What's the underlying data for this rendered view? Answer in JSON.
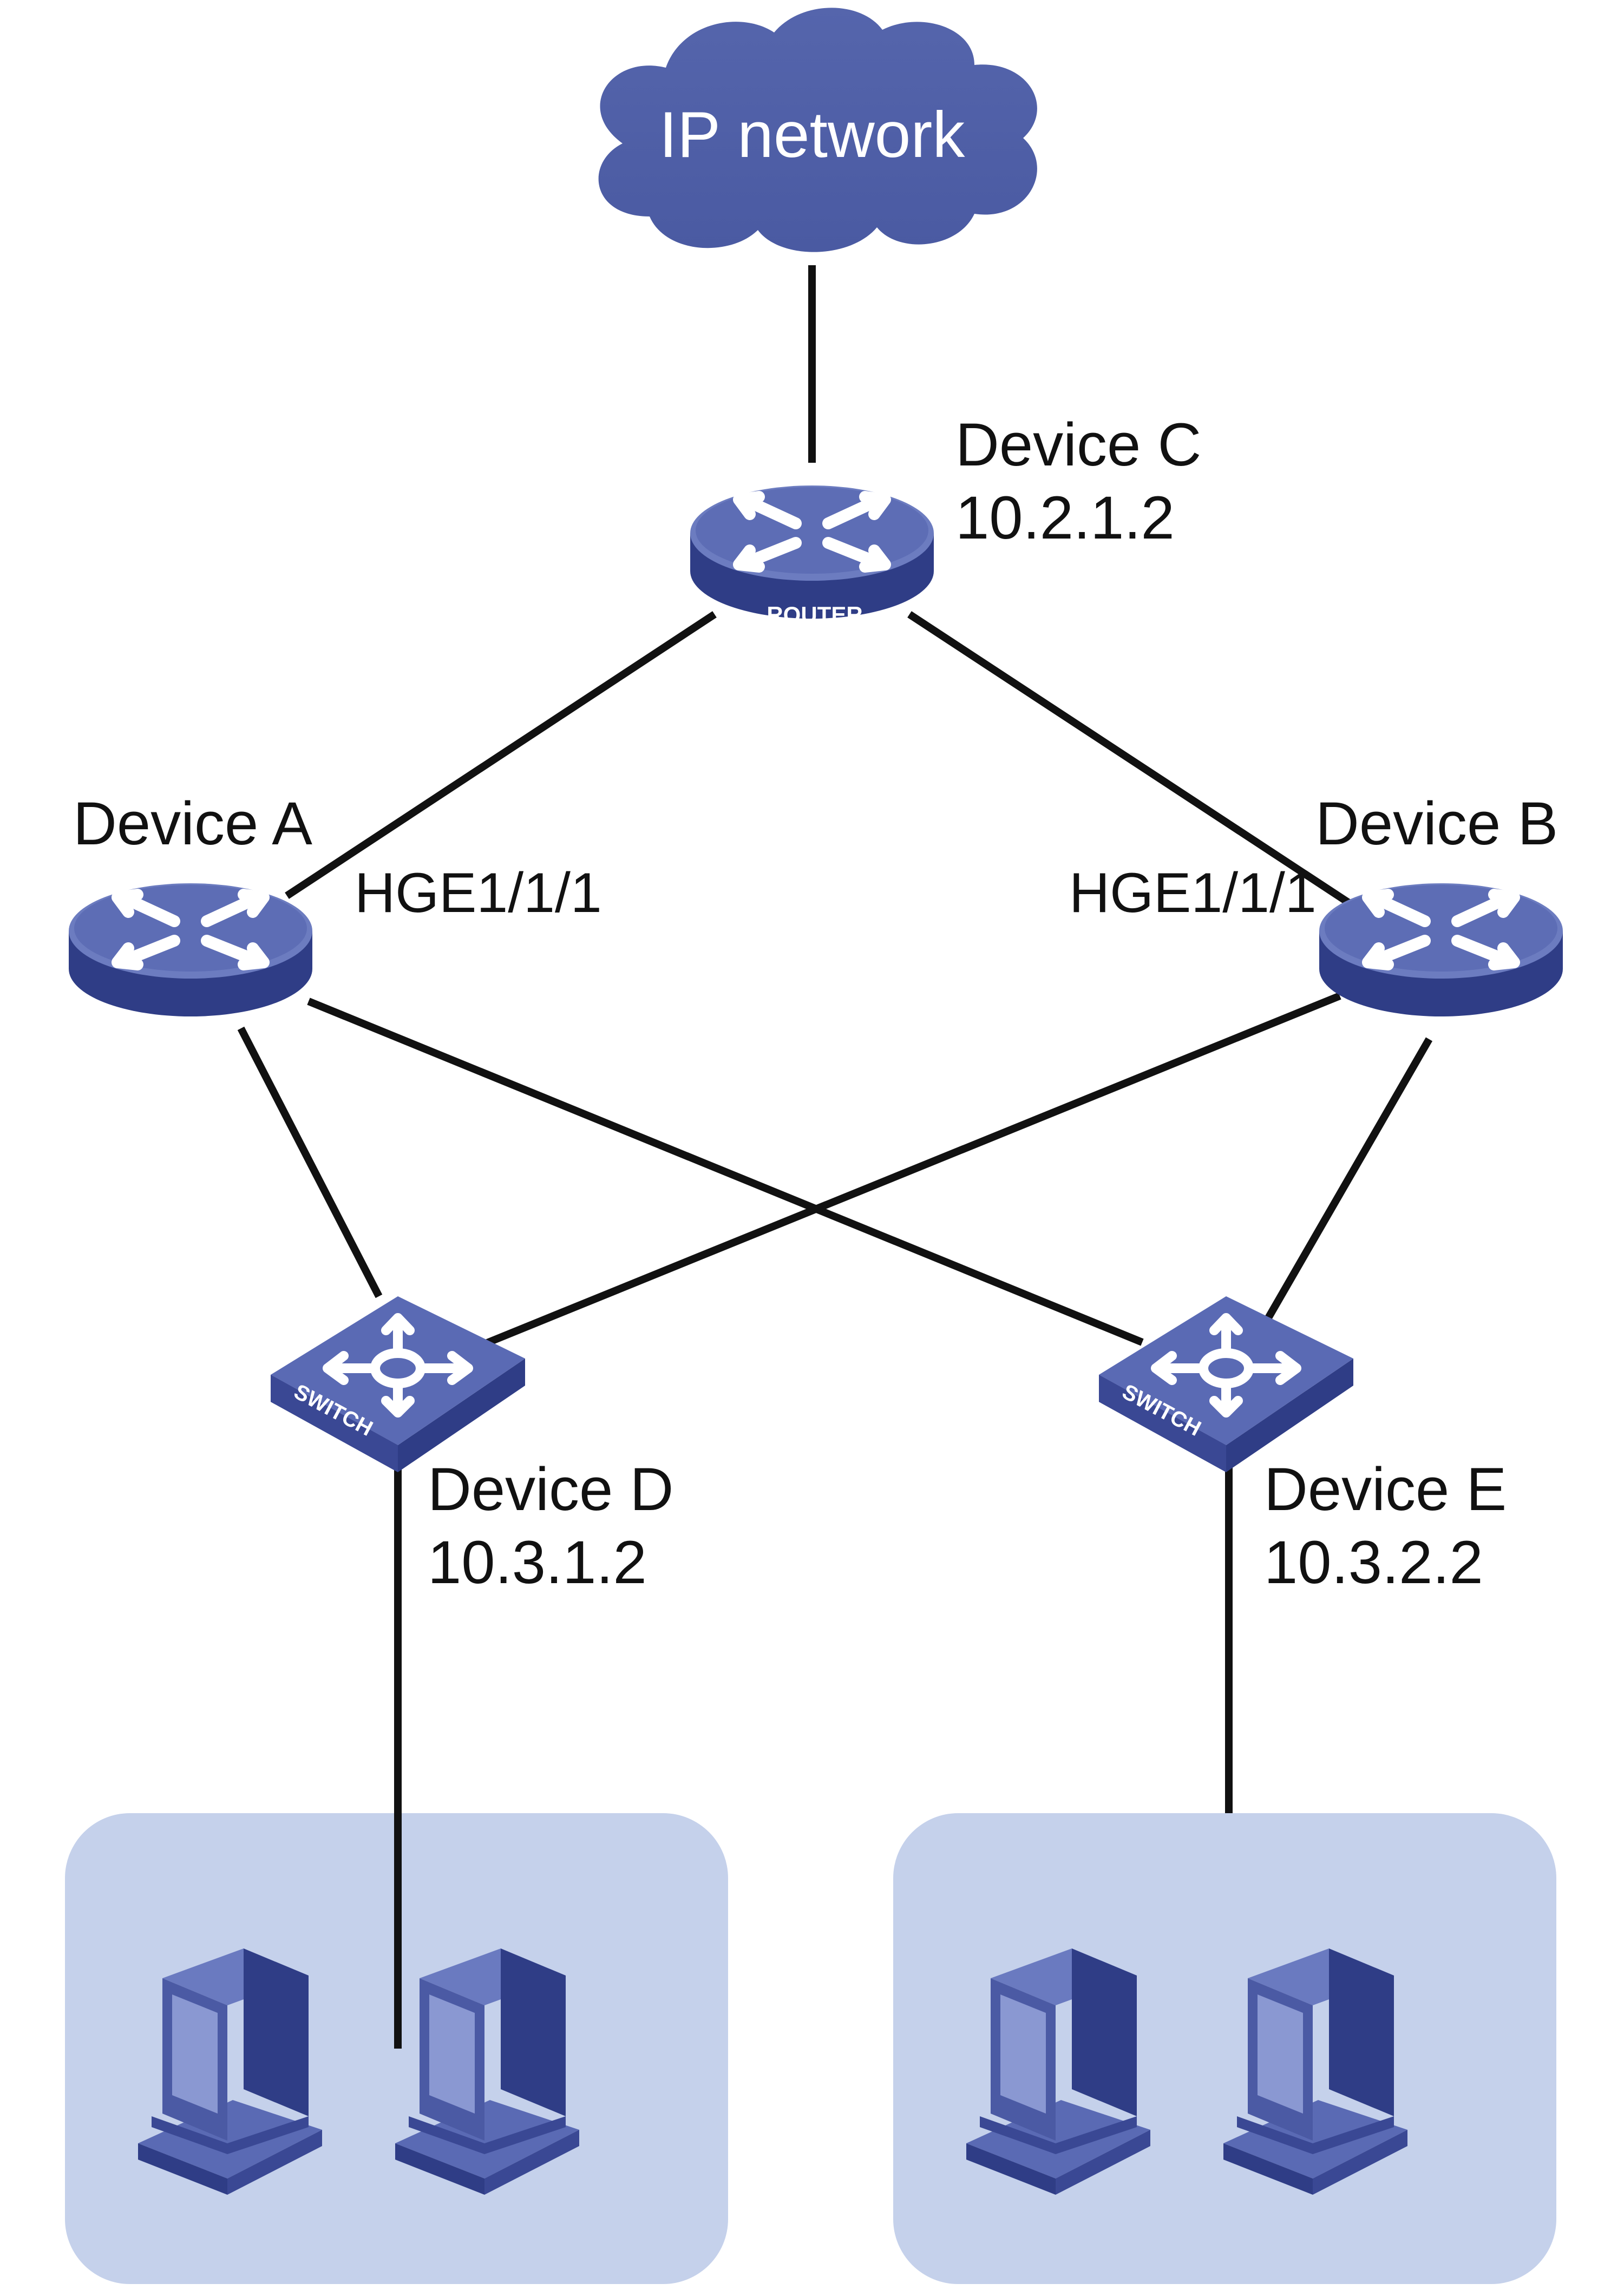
{
  "cloud": {
    "label": "IP network"
  },
  "devices": {
    "c": {
      "name": "Device C",
      "ip": "10.2.1.2",
      "badge": "ROUTER",
      "icon": "router-icon"
    },
    "a": {
      "name": "Device A",
      "port": "HGE1/1/1",
      "icon": "router-icon"
    },
    "b": {
      "name": "Device B",
      "port": "HGE1/1/1",
      "icon": "router-icon"
    },
    "d": {
      "name": "Device D",
      "ip": "10.3.1.2",
      "badge": "SWITCH",
      "icon": "switch-icon"
    },
    "e": {
      "name": "Device E",
      "ip": "10.3.2.2",
      "badge": "SWITCH",
      "icon": "switch-icon"
    }
  },
  "colors": {
    "device_blue": "#4f5fa6",
    "device_dark": "#2a3578",
    "host_area": "#c5d1eb",
    "link": "#111111"
  }
}
